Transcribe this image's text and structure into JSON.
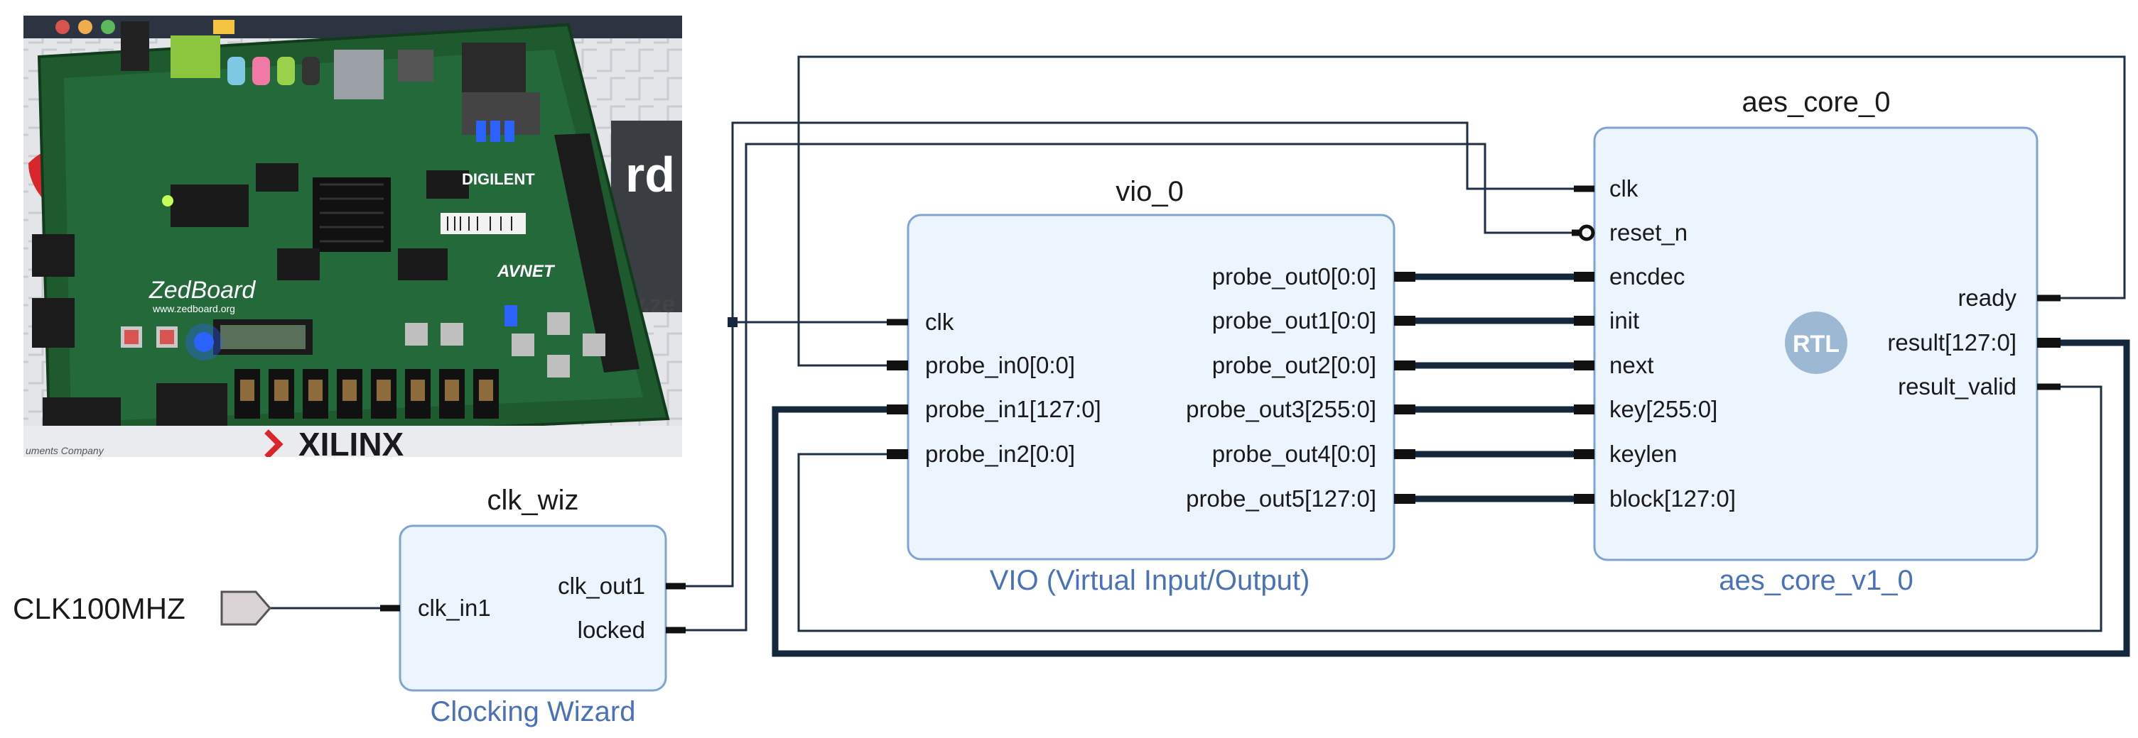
{
  "external_port": {
    "label": "CLK100MHZ"
  },
  "clk_wiz": {
    "instance": "clk_wiz",
    "ip": "Clocking Wizard",
    "inputs": [
      "clk_in1"
    ],
    "outputs": [
      "clk_out1",
      "locked"
    ]
  },
  "vio": {
    "instance": "vio_0",
    "ip": "VIO (Virtual Input/Output)",
    "inputs": [
      "clk",
      "probe_in0[0:0]",
      "probe_in1[127:0]",
      "probe_in2[0:0]"
    ],
    "outputs": [
      "probe_out0[0:0]",
      "probe_out1[0:0]",
      "probe_out2[0:0]",
      "probe_out3[255:0]",
      "probe_out4[0:0]",
      "probe_out5[127:0]"
    ]
  },
  "aes": {
    "instance": "aes_core_0",
    "ip": "aes_core_v1_0",
    "badge": "RTL",
    "inputs": [
      "clk",
      "reset_n",
      "encdec",
      "init",
      "next",
      "key[255:0]",
      "keylen",
      "block[127:0]"
    ],
    "outputs": [
      "ready",
      "result[127:0]",
      "result_valid"
    ]
  },
  "photo": {
    "board_label": "ZedBoard",
    "board_url": "www.zedboard.org",
    "brand1": "DIGILENT",
    "brand2": "AVNET",
    "brand3": "XILINX",
    "side_text": "rd",
    "side_text2": "w.ze",
    "corner_text": "uments Company"
  },
  "colors": {
    "block_fill": "#ecf4fd",
    "block_stroke": "#7fa4d3",
    "ip_text": "#4a72b8",
    "wire": "#1e2f44",
    "pcb": "#1f5a2e"
  }
}
